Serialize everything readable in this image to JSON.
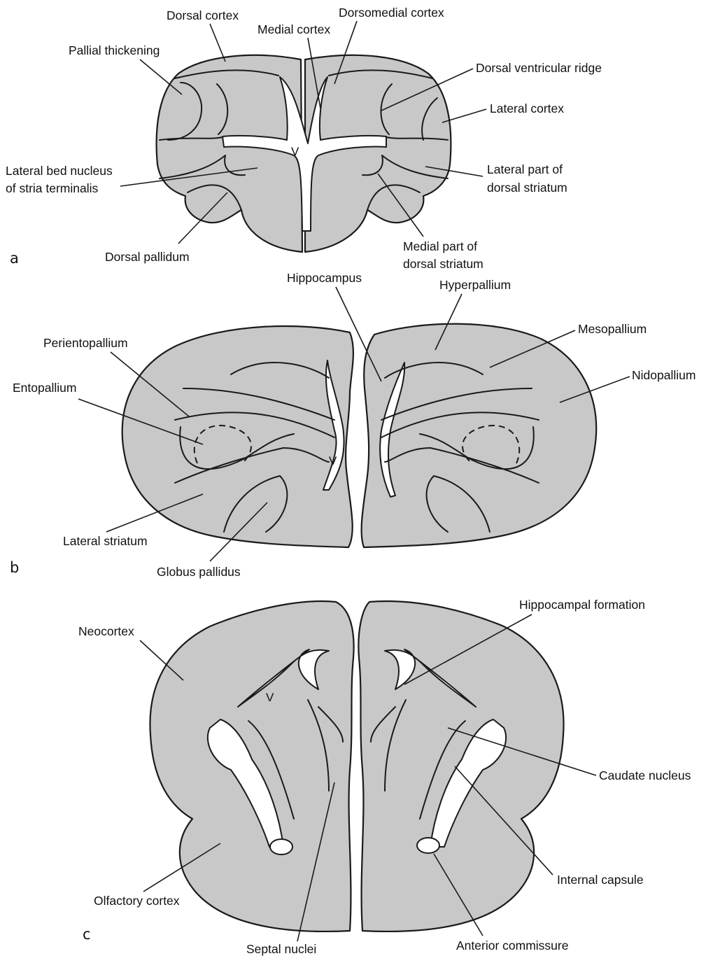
{
  "panels": [
    {
      "id": "a",
      "letter": "a",
      "ventricle_mark": "V",
      "labels": [
        "Dorsal cortex",
        "Dorsomedial cortex",
        "Medial cortex",
        "Pallial thickening",
        "Dorsal ventricular ridge",
        "Lateral cortex",
        "Lateral bed nucleus",
        "of stria terminalis",
        "Lateral part of",
        "dorsal striatum",
        "Dorsal pallidum",
        "Medial part of",
        "dorsal striatum"
      ]
    },
    {
      "id": "b",
      "letter": "b",
      "ventricle_mark": "V",
      "labels": [
        "Hippocampus",
        "Hyperpallium",
        "Mesopallium",
        "Periento­pallium",
        "Nidopallium",
        "Entopallium",
        "Lateral striatum",
        "Globus pallidus"
      ]
    },
    {
      "id": "c",
      "letter": "c",
      "ventricle_mark": "V",
      "labels": [
        "Hippocampal formation",
        "Neocortex",
        "Caudate nucleus",
        "Internal capsule",
        "Olfactory cortex",
        "Anterior commissure",
        "Septal nuclei"
      ]
    }
  ]
}
